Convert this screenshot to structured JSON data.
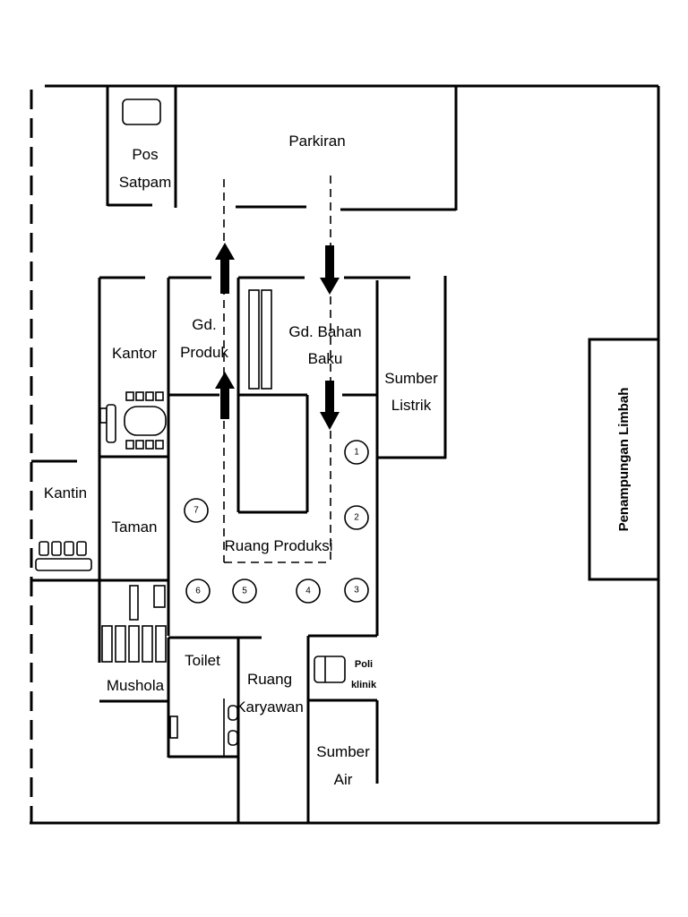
{
  "rooms": {
    "pos_satpam": [
      "Pos",
      "Satpam"
    ],
    "parkiran": "Parkiran",
    "gd_produk": [
      "Gd.",
      "Produk"
    ],
    "gd_bahan_baku": [
      "Gd. Bahan",
      "Baku"
    ],
    "kantor": "Kantor",
    "sumber_listrik": [
      "Sumber",
      "Listrik"
    ],
    "penampungan_limbah": "Penampungan Limbah",
    "kantin": "Kantin",
    "taman": "Taman",
    "ruang_produksi": "Ruang Produksi",
    "toilet": "Toilet",
    "mushola": "Mushola",
    "ruang_karyawan": [
      "Ruang",
      "Karyawan"
    ],
    "poliklinik": [
      "Poli",
      "klinik"
    ],
    "sumber_air": [
      "Sumber",
      "Air"
    ]
  },
  "machines": [
    "1",
    "2",
    "3",
    "4",
    "5",
    "6",
    "7"
  ]
}
